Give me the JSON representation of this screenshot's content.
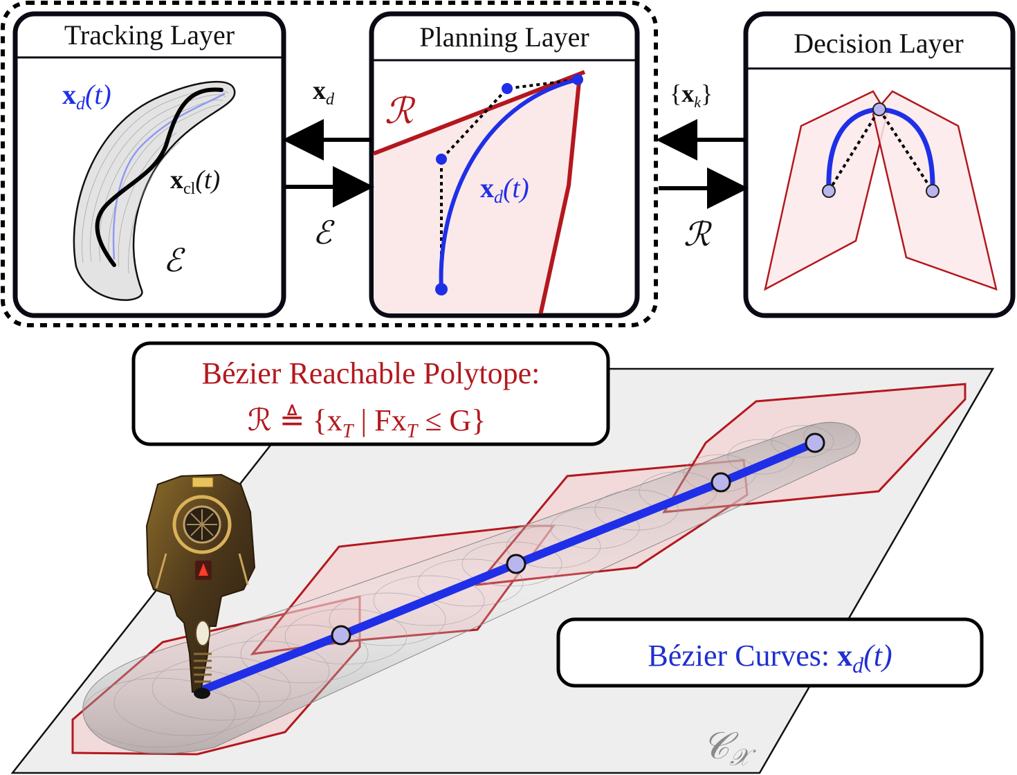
{
  "colors": {
    "blue": "#1f2fe8",
    "red": "#b3181e",
    "red_fill": "#f8d9da",
    "node_fill": "#b9b6ee",
    "frame": "#0a0a14",
    "plane": "#eeeeee",
    "text_dark": "#111111",
    "callout_blue": "#1f2fd0"
  },
  "top": {
    "tracking": {
      "title": "Tracking Layer",
      "label_xd": "x",
      "label_xd_sub": "d",
      "label_xd_arg": "(t)",
      "label_xcl": "x",
      "label_xcl_sub": "cl",
      "label_xcl_arg": "(t)",
      "label_e": "ℰ"
    },
    "planning": {
      "title": "Planning Layer",
      "label_r": "ℛ",
      "label_xd": "x",
      "label_xd_sub": "d",
      "label_xd_arg": "(t)"
    },
    "decision": {
      "title": "Decision Layer"
    },
    "arrows": {
      "xd": "x",
      "xd_sub": "d",
      "e": "ℰ",
      "xk_open": "{",
      "xk": "x",
      "xk_sub": "k",
      "xk_close": "}",
      "r": "ℛ"
    }
  },
  "bottom": {
    "polytope_line1": "Bézier Reachable Polytope:",
    "polytope_line2": "ℛ ≜ {x",
    "polytope_sub1": "T",
    "polytope_mid": " | Fx",
    "polytope_sub2": "T",
    "polytope_end": " ≤ G}",
    "curves_label": "Bézier Curves: ",
    "curves_x": "x",
    "curves_sub": "d",
    "curves_arg": "(t)",
    "config_space": "𝒞",
    "config_space_sub": "𝒳"
  },
  "icons": {
    "robot": "biped-robot-icon"
  }
}
